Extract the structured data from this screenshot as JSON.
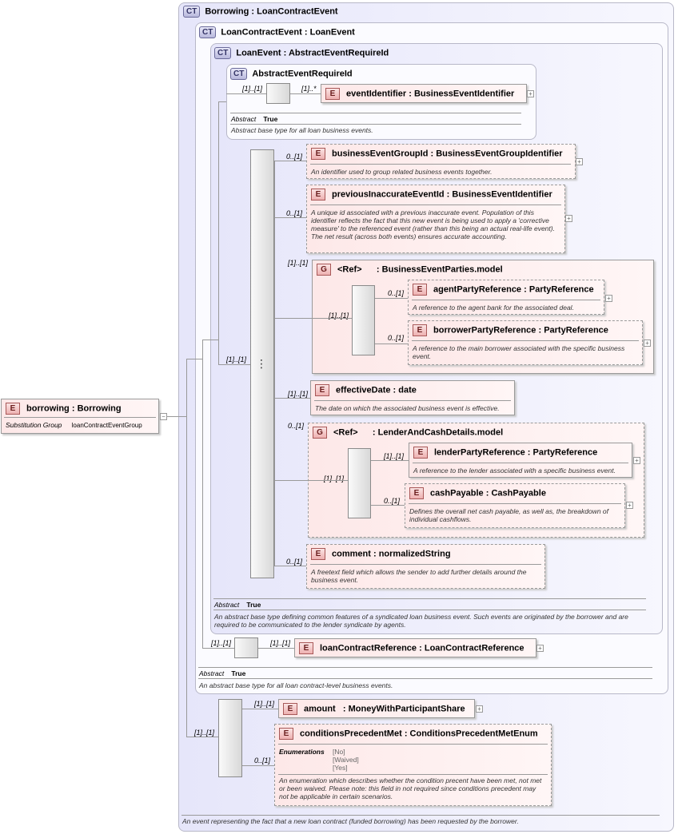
{
  "borrowing": {
    "name": "borrowing",
    "type": "Borrowing",
    "subst_label": "Substitution Group",
    "subst_value": "loanContractEventGroup"
  },
  "ct_borrowing": {
    "badge": "CT",
    "name": "Borrowing",
    "base": "LoanContractEvent",
    "desc": "An event representing the fact that a new loan contract (funded borrowing) has been requested by the borrower."
  },
  "ct_lce": {
    "badge": "CT",
    "name": "LoanContractEvent",
    "base": "LoanEvent",
    "abstract_label": "Abstract",
    "abstract_value": "True",
    "desc": "An abstract base type for all loan contract-level business events."
  },
  "ct_le": {
    "badge": "CT",
    "name": "LoanEvent",
    "base": "AbstractEventRequireId",
    "abstract_label": "Abstract",
    "abstract_value": "True",
    "desc": "An abstract base type defining common features of a syndicated loan business event. Such events are originated by the borrower and are required to be communicated to the lender syndicate by agents."
  },
  "ct_aer": {
    "badge": "CT",
    "name": "AbstractEventRequireId",
    "abstract_label": "Abstract",
    "abstract_value": "True",
    "desc": "Abstract base type for all loan business events."
  },
  "colon": ":",
  "e_badge": "E",
  "g_badge": "G",
  "ref_label": "<Ref>",
  "elements": {
    "eventIdentifier": {
      "name": "eventIdentifier",
      "type": "BusinessEventIdentifier"
    },
    "businessEventGroupId": {
      "name": "businessEventGroupId",
      "type": "BusinessEventGroupIdentifier",
      "desc": "An identifier used to group related business events together."
    },
    "previousInaccurateEventId": {
      "name": "previousInaccurateEventId",
      "type": "BusinessEventIdentifier",
      "desc": "A unique id associated with a previous inaccurate event. Population of this identifier reflects the fact that this new event is being used to apply a 'corrective measure' to the referenced event (rather than this being an actual real-life event). The net result (across both events) ensures accurate accounting."
    },
    "businessEventParties": {
      "type": "BusinessEventParties.model"
    },
    "agentPartyReference": {
      "name": "agentPartyReference",
      "type": "PartyReference",
      "desc": "A reference to the agent bank for the associated deal."
    },
    "borrowerPartyReference": {
      "name": "borrowerPartyReference",
      "type": "PartyReference",
      "desc": "A reference to the main borrower associated with the specific business event."
    },
    "effectiveDate": {
      "name": "effectiveDate",
      "type": "date",
      "desc": "The date on which the associated business event is effective."
    },
    "lenderAndCash": {
      "type": "LenderAndCashDetails.model"
    },
    "lenderPartyReference": {
      "name": "lenderPartyReference",
      "type": "PartyReference",
      "desc": "A reference to the lender associated with a specific business event."
    },
    "cashPayable": {
      "name": "cashPayable",
      "type": "CashPayable",
      "desc": "Defines the overall net cash payable, as well as, the breakdown of individual cashflows."
    },
    "comment": {
      "name": "comment",
      "type": "normalizedString",
      "desc": "A freetext field which allows the sender to add further details around the business event."
    },
    "loanContractReference": {
      "name": "loanContractReference",
      "type": "LoanContractReference"
    },
    "amount": {
      "name": "amount",
      "type": "MoneyWithParticipantShare"
    },
    "conditionsPrecedentMet": {
      "name": "conditionsPrecedentMet",
      "type": "ConditionsPrecedentMetEnum",
      "enum_label": "Enumerations",
      "enum_values": [
        "[No]",
        "[Waived]",
        "[Yes]"
      ],
      "desc": "An enumeration which describes whether the condition precent have been met, not met or been waived. Please note: this field in not required since conditions precedent may not be applicable in certain scenarios."
    }
  },
  "cards": {
    "one": "[1]..[1]",
    "opt": "0..[1]",
    "many": "[1]..*"
  }
}
